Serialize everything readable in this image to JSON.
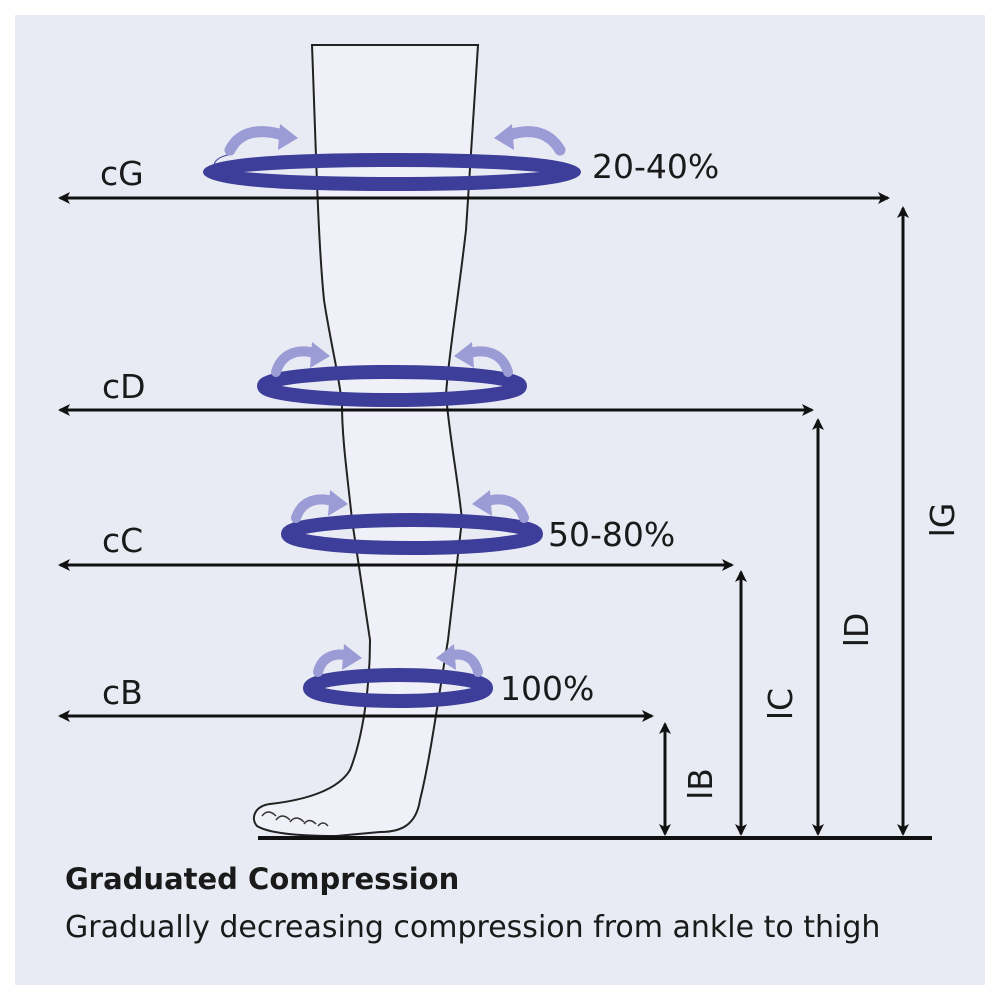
{
  "colors": {
    "background": "#e9ebf4",
    "band": "#3d3d9a",
    "band_arrow": "#9b9bd6",
    "line": "#111111"
  },
  "circumferences": [
    {
      "label": "cG",
      "percent": "20-40%"
    },
    {
      "label": "cD",
      "percent": ""
    },
    {
      "label": "cC",
      "percent": "50-80%"
    },
    {
      "label": "cB",
      "percent": "100%"
    }
  ],
  "lengths": [
    {
      "label": "lB"
    },
    {
      "label": "lC"
    },
    {
      "label": "lD"
    },
    {
      "label": "lG"
    }
  ],
  "caption": {
    "title": "Graduated Compression",
    "subtitle": "Gradually decreasing compression from ankle to thigh"
  }
}
